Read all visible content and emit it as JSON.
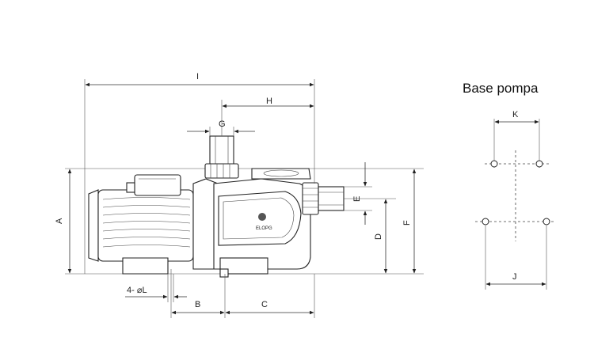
{
  "base_view": {
    "title": "Base pompa",
    "label_k": "K",
    "label_j": "J"
  },
  "dimensions": {
    "A": "A",
    "B": "B",
    "C": "C",
    "D": "D",
    "E": "E",
    "F": "F",
    "G": "G",
    "H": "H",
    "I": "I",
    "L": "4- ⌀L"
  },
  "brand_text": "ELOPG"
}
